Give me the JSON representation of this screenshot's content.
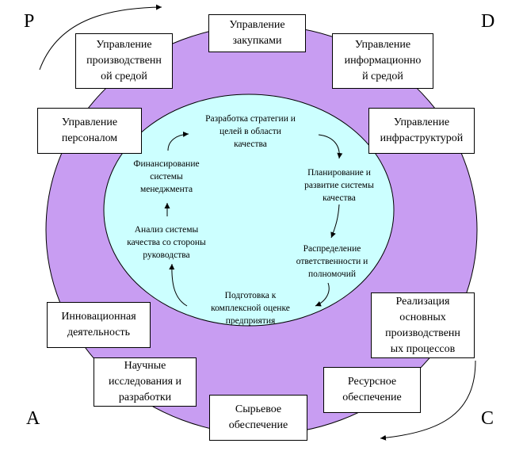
{
  "colors": {
    "outer_ring": "#c89df2",
    "inner_circle": "#ccffff",
    "box_fill": "#ffffff",
    "stroke": "#000000"
  },
  "corners": {
    "p": "P",
    "d": "D",
    "a": "A",
    "c": "C"
  },
  "outer_boxes": [
    {
      "id": "procurement",
      "text": "Управление\nзакупками"
    },
    {
      "id": "production_env",
      "text": "Управление\nпроизводственн\nой средой"
    },
    {
      "id": "info_env",
      "text": "Управление\nинформационно\nй средой"
    },
    {
      "id": "personnel",
      "text": "Управление\nперсоналом"
    },
    {
      "id": "infrastructure",
      "text": "Управление\nинфраструктурой"
    },
    {
      "id": "innovation",
      "text": "Инновационная\nдеятельность"
    },
    {
      "id": "main_processes",
      "text": "Реализация\nосновных\nпроизводственн\nых процессов"
    },
    {
      "id": "research",
      "text": "Научные\nисследования и\nразработки"
    },
    {
      "id": "resources",
      "text": "Ресурсное\nобеспечение"
    },
    {
      "id": "raw_materials",
      "text": "Сырьевое\nобеспечение"
    }
  ],
  "cycle_steps": [
    {
      "id": "strategy",
      "text": "Разработка стратегии и\nцелей в области\nкачества"
    },
    {
      "id": "planning",
      "text": "Планирование и\nразвитие системы\nкачества"
    },
    {
      "id": "distribution",
      "text": "Распределение\nответственности и\nполномочий"
    },
    {
      "id": "assessment",
      "text": "Подготовка к\nкомплексной оценке\nпредприятия"
    },
    {
      "id": "analysis",
      "text": "Анализ системы\nкачества со стороны\nруководства"
    },
    {
      "id": "financing",
      "text": "Финансирование\nсистемы\nменеджмента"
    }
  ]
}
